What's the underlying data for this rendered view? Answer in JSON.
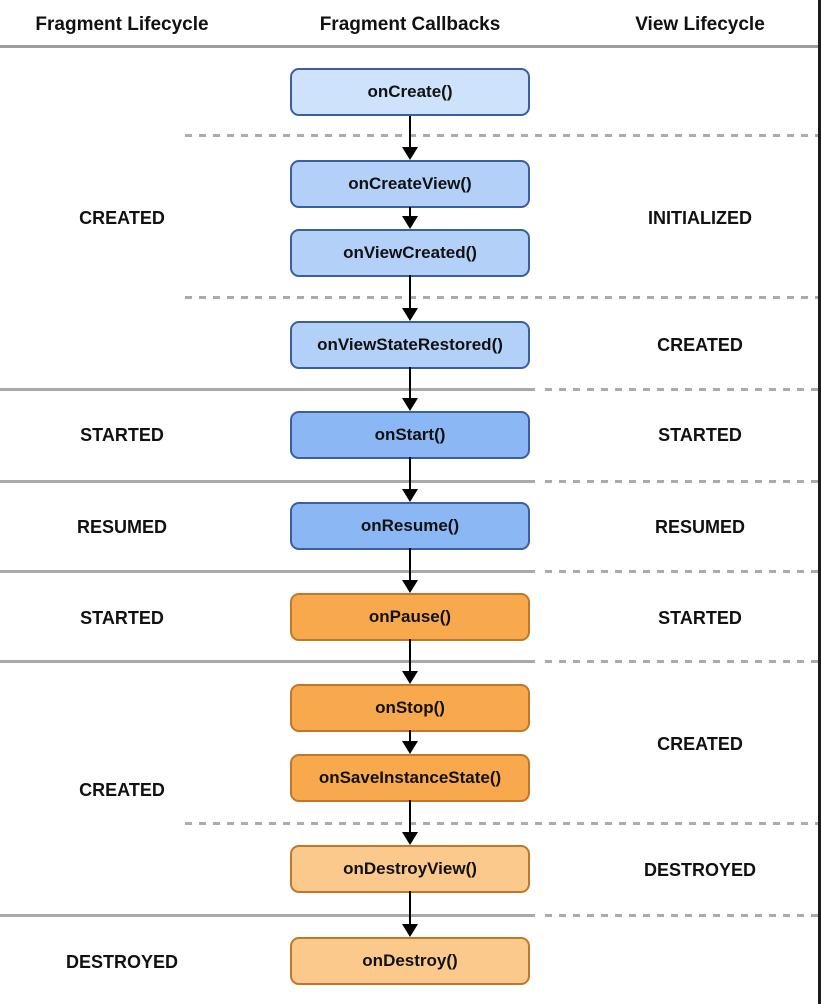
{
  "headers": [
    "Fragment Lifecycle",
    "Fragment Callbacks",
    "View Lifecycle"
  ],
  "callbacks": [
    {
      "label": "onCreate()"
    },
    {
      "label": "onCreateView()"
    },
    {
      "label": "onViewCreated()"
    },
    {
      "label": "onViewStateRestored()"
    },
    {
      "label": "onStart()"
    },
    {
      "label": "onResume()"
    },
    {
      "label": "onPause()"
    },
    {
      "label": "onStop()"
    },
    {
      "label": "onSaveInstanceState()"
    },
    {
      "label": "onDestroyView()"
    },
    {
      "label": "onDestroy()"
    }
  ],
  "fragment_states": [
    {
      "label": "CREATED"
    },
    {
      "label": "STARTED"
    },
    {
      "label": "RESUMED"
    },
    {
      "label": "STARTED"
    },
    {
      "label": "CREATED"
    },
    {
      "label": "DESTROYED"
    }
  ],
  "view_states": [
    {
      "label": "INITIALIZED"
    },
    {
      "label": "CREATED"
    },
    {
      "label": "STARTED"
    },
    {
      "label": "RESUMED"
    },
    {
      "label": "STARTED"
    },
    {
      "label": "CREATED"
    },
    {
      "label": "DESTROYED"
    }
  ],
  "colors": {
    "callback_blue_lightest": "#CEE2FB",
    "callback_blue_light": "#B3D1F8",
    "callback_blue_strong": "#8BB7F4",
    "callback_blue_border": "#3A5E9E",
    "callback_orange_strong": "#F9A94D",
    "callback_orange_light": "#FBC98B",
    "callback_orange_border": "#C0772A",
    "divider_gray": "#ABABAB",
    "arrow_black": "#000000",
    "text_black": "#111111"
  }
}
